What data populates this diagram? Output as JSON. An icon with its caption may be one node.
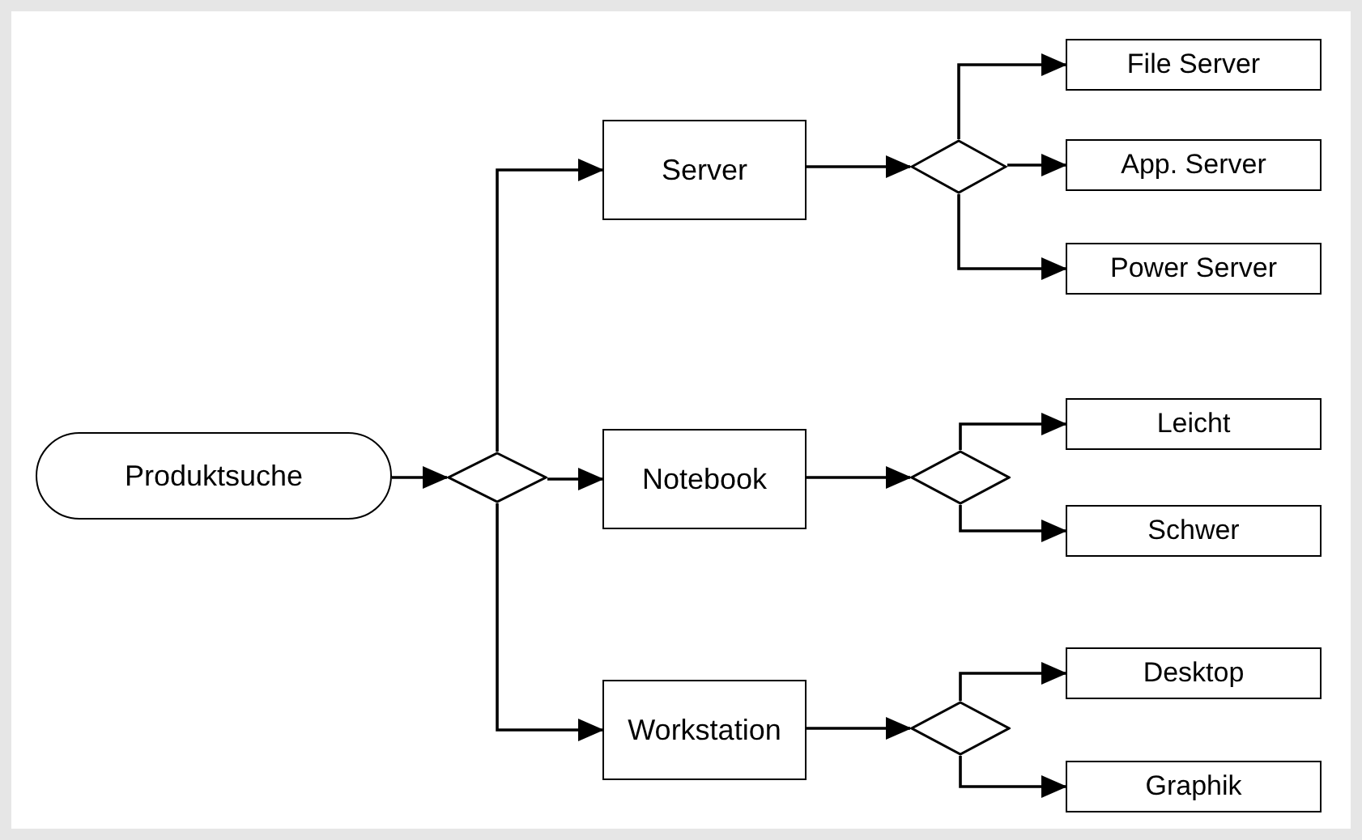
{
  "diagram": {
    "nodes": [
      {
        "text": [
          "Produktsuche"
        ]
      },
      {
        "text": [],
        "shape": "diamond"
      },
      {
        "text": [
          "Server"
        ]
      },
      {
        "text": [
          "Notebook"
        ]
      },
      {
        "text": [
          "Workstation"
        ]
      },
      {
        "text": [],
        "shape": "diamond"
      },
      {
        "text": [
          "File Server"
        ]
      },
      {
        "text": [
          "App. Server"
        ]
      },
      {
        "text": [
          "Power Server"
        ]
      },
      {
        "text": [],
        "shape": "diamond"
      },
      {
        "text": [
          "Leicht"
        ]
      },
      {
        "text": [
          "Schwer"
        ]
      },
      {
        "text": [],
        "shape": "diamond"
      },
      {
        "text": [
          "Desktop"
        ]
      },
      {
        "text": [
          "Graphik"
        ]
      }
    ],
    "edges": [
      {
        "from": 0,
        "to": 1,
        "arrow": "to"
      },
      {
        "from": 1,
        "to": 2,
        "arrow": "to"
      },
      {
        "from": 1,
        "to": 3,
        "arrow": "to"
      },
      {
        "from": 1,
        "to": 4,
        "arrow": "to"
      },
      {
        "from": 2,
        "to": 5,
        "arrow": "to"
      },
      {
        "from": 5,
        "to": 6,
        "arrow": "to"
      },
      {
        "from": 5,
        "to": 7,
        "arrow": "to"
      },
      {
        "from": 5,
        "to": 8,
        "arrow": "to"
      },
      {
        "from": 3,
        "to": 9,
        "arrow": "to"
      },
      {
        "from": 9,
        "to": 10,
        "arrow": "to"
      },
      {
        "from": 9,
        "to": 11,
        "arrow": "to"
      },
      {
        "from": 4,
        "to": 12,
        "arrow": "to"
      },
      {
        "from": 12,
        "to": 13,
        "arrow": "to"
      },
      {
        "from": 12,
        "to": 14,
        "arrow": "to"
      }
    ]
  }
}
